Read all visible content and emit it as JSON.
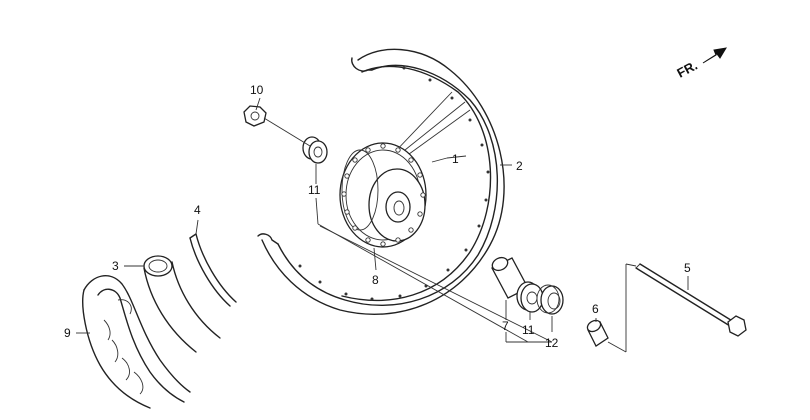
{
  "diagram": {
    "direction_label": "FR.",
    "callouts": {
      "c1": "1",
      "c2": "2",
      "c3": "3",
      "c4": "4",
      "c5": "5",
      "c6": "6",
      "c7": "7",
      "c8": "8",
      "c9": "9",
      "c10": "10",
      "c11a": "11",
      "c11b": "11",
      "c12": "12"
    }
  }
}
